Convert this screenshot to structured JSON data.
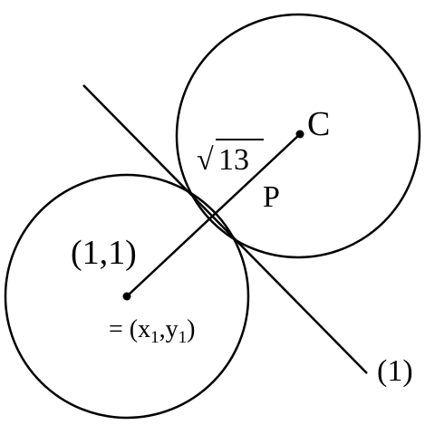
{
  "labels": {
    "center_c": "C",
    "point_p": "P",
    "center_coords": "(1,1)",
    "equals_prefix": "= (x",
    "sub_one_a": "1",
    "comma_y": ",y",
    "sub_one_b": "1",
    "close_paren": ")",
    "radical_sign": "√",
    "radicand": "13",
    "line_tag": "(1)"
  },
  "colors": {
    "stroke": "#000000",
    "background": "#ffffff"
  }
}
